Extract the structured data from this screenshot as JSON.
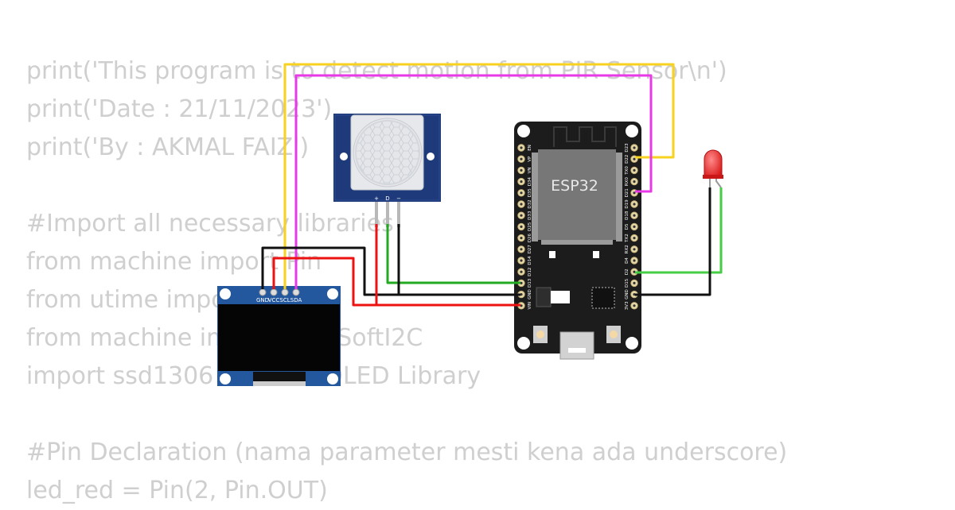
{
  "code_lines": [
    "print('This program is to detect motion from PIR Sensor\\n')",
    "print('Date : 21/11/2023')",
    "print('By : AKMAL FAIZ')",
    "",
    "#Import all necessary libraries",
    "from machine import Pin",
    "from utime import sleep",
    "from machine import Pin, SoftI2C",
    "import ssd1306 #This is OLED Library",
    "",
    "#Pin Declaration (nama parameter mesti kena ada underscore)",
    "led_red = Pin(2, Pin.OUT)"
  ],
  "esp32": {
    "chip_label": "ESP32",
    "left_pins": [
      "EN",
      "VP",
      "VN",
      "D34",
      "D35",
      "D32",
      "D33",
      "D25",
      "D26",
      "D27",
      "D14",
      "D12",
      "D13",
      "GND",
      "VIN"
    ],
    "right_pins": [
      "D23",
      "D22",
      "TX0",
      "RX0",
      "D21",
      "D19",
      "D18",
      "D5",
      "TX2",
      "RX2",
      "D4",
      "D2",
      "D15",
      "GND",
      "3V3"
    ]
  },
  "pir": {
    "pins": [
      "+",
      "D",
      "−"
    ]
  },
  "oled": {
    "pins": [
      "GND",
      "VCC",
      "SCL",
      "SDA"
    ]
  },
  "wire_colors": {
    "yellow": "#f7d21e",
    "magenta": "#e838e8",
    "black": "#111111",
    "red": "#ee1111",
    "green": "#22aa22",
    "lightgreen": "#44cc44"
  }
}
